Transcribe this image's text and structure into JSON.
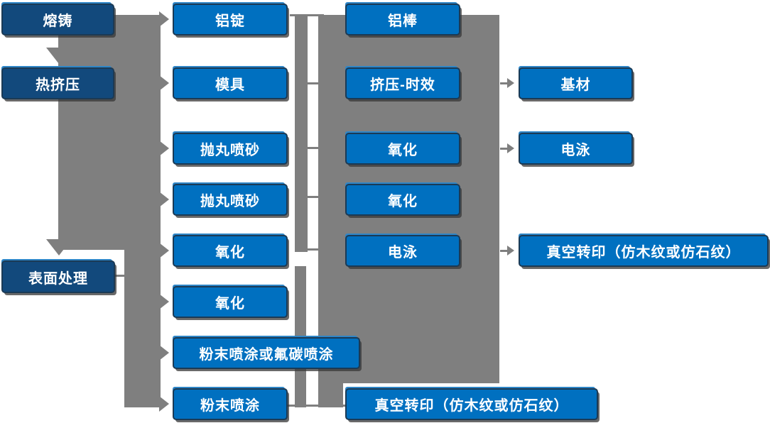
{
  "palette": {
    "background": "#ffffff",
    "node_fill": "#0070c0",
    "node_fill_dark": "#12497c",
    "node_border": "#1b3a55",
    "node_text": "#ffffff",
    "connector_gray": "#7f7f7f"
  },
  "columns": [
    {
      "name": "process-stages",
      "items": [
        {
          "label": "熔铸"
        },
        {
          "label": "热挤压"
        },
        {
          "label": "表面处理"
        }
      ]
    },
    {
      "name": "step-2",
      "items": [
        {
          "label": "铝锭"
        },
        {
          "label": "模具"
        },
        {
          "label": "抛丸喷砂"
        },
        {
          "label": "抛丸喷砂"
        },
        {
          "label": "氧化"
        },
        {
          "label": "氧化"
        },
        {
          "label": "粉末喷涂或氟碳喷涂"
        },
        {
          "label": "粉末喷涂"
        }
      ]
    },
    {
      "name": "step-3",
      "items": [
        {
          "label": "铝棒"
        },
        {
          "label": "挤压-时效"
        },
        {
          "label": "氧化"
        },
        {
          "label": "氧化"
        },
        {
          "label": "电泳"
        },
        {
          "label": "真空转印（仿木纹或仿石纹）"
        }
      ]
    },
    {
      "name": "step-4",
      "items": [
        {
          "label": "基材"
        },
        {
          "label": "电泳"
        },
        {
          "label": "真空转印（仿木纹或仿石纹）"
        }
      ]
    }
  ]
}
